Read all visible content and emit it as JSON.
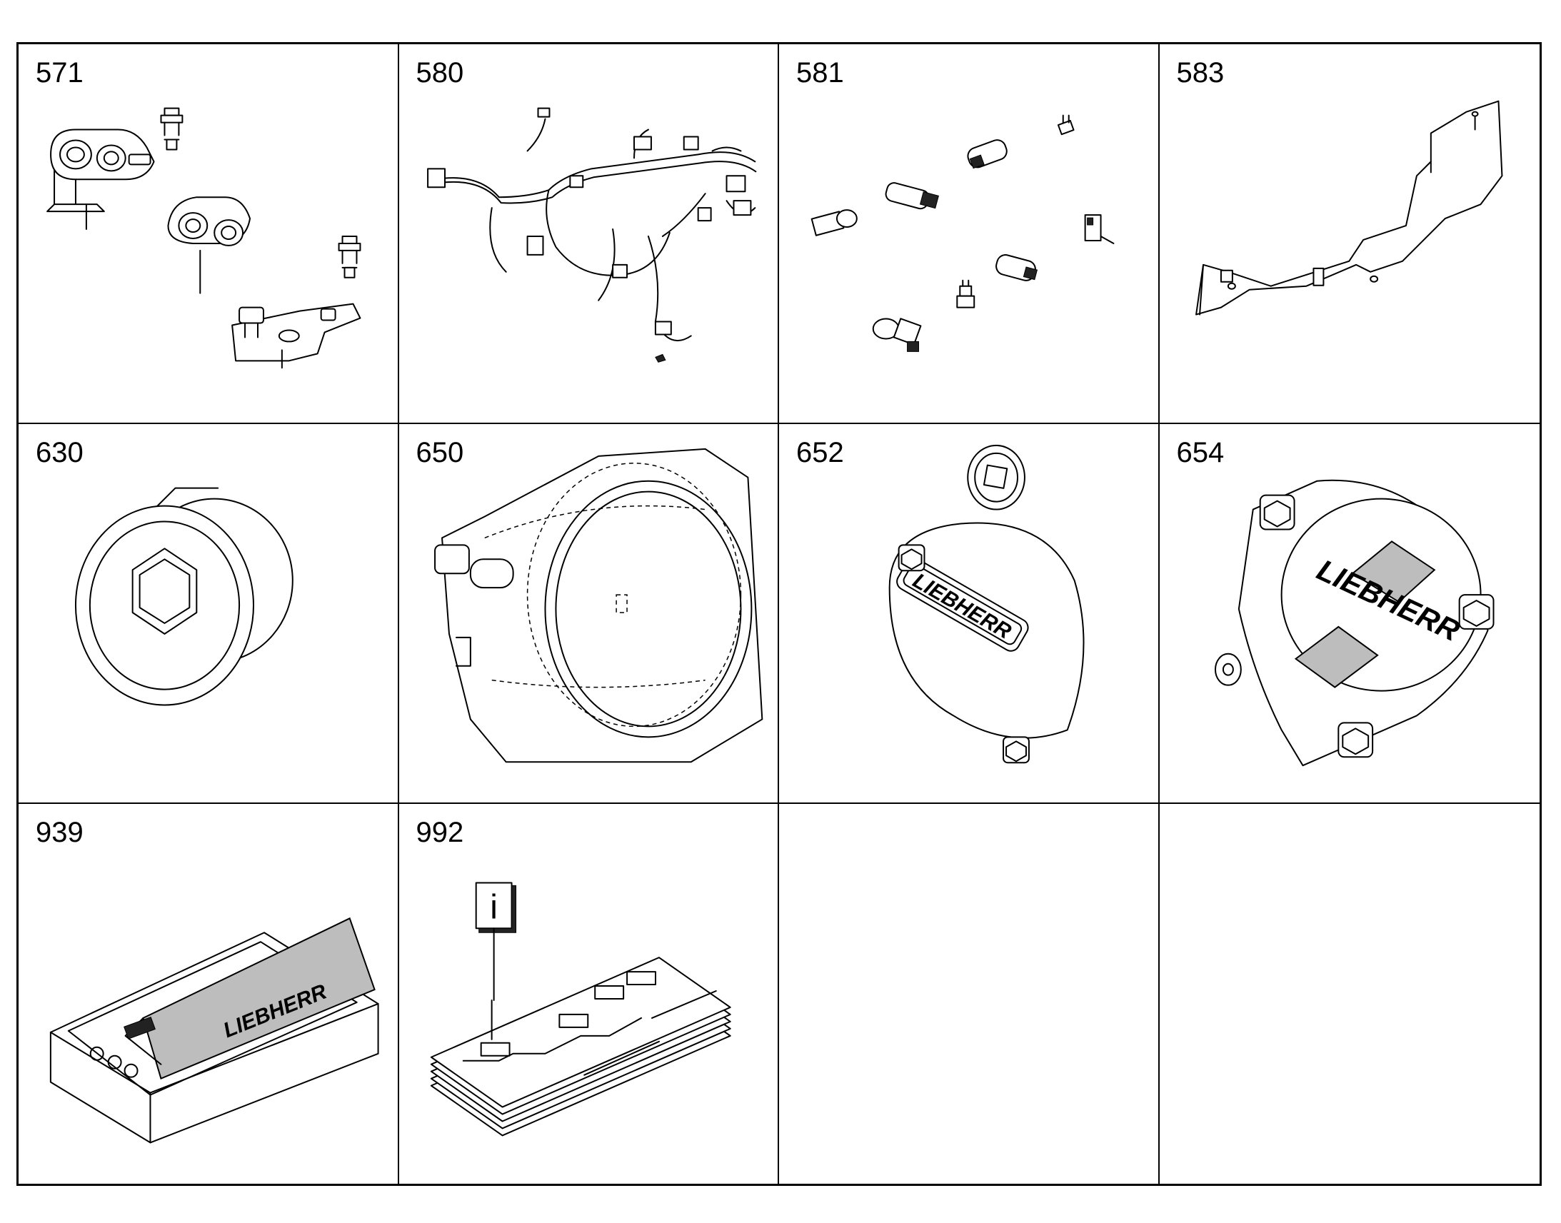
{
  "cells": [
    {
      "number": "571"
    },
    {
      "number": "580"
    },
    {
      "number": "581"
    },
    {
      "number": "583"
    },
    {
      "number": "630"
    },
    {
      "number": "650"
    },
    {
      "number": "652"
    },
    {
      "number": "654"
    },
    {
      "number": "939"
    },
    {
      "number": "992"
    },
    {
      "number": ""
    },
    {
      "number": ""
    }
  ],
  "brand_logo": "LIEBHERR",
  "info_symbol": "i"
}
